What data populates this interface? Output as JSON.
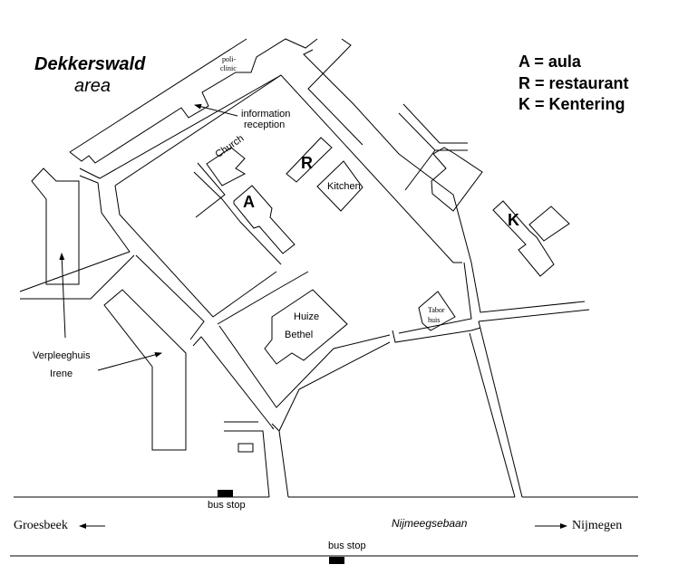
{
  "title": "Dekkerswald",
  "subtitle": "area",
  "legend": [
    "A = aula",
    "R = restaurant",
    "K = Kentering"
  ],
  "labels": {
    "poli": "poli-",
    "clinic": "clinic",
    "information": "information",
    "reception": "reception",
    "church": "Church",
    "r": "R",
    "a": "A",
    "kitchen": "Kitchen",
    "k": "K",
    "huize": "Huize",
    "bethel": "Bethel",
    "tabor": "Tabor",
    "huis": "huis",
    "verpleeghuis": "Verpleeghuis",
    "irene": "Irene",
    "bus_stop_north": "bus stop",
    "bus_stop_south": "bus stop",
    "road": "Nijmeegsebaan",
    "west": "Groesbeek",
    "east": "Nijmegen"
  }
}
